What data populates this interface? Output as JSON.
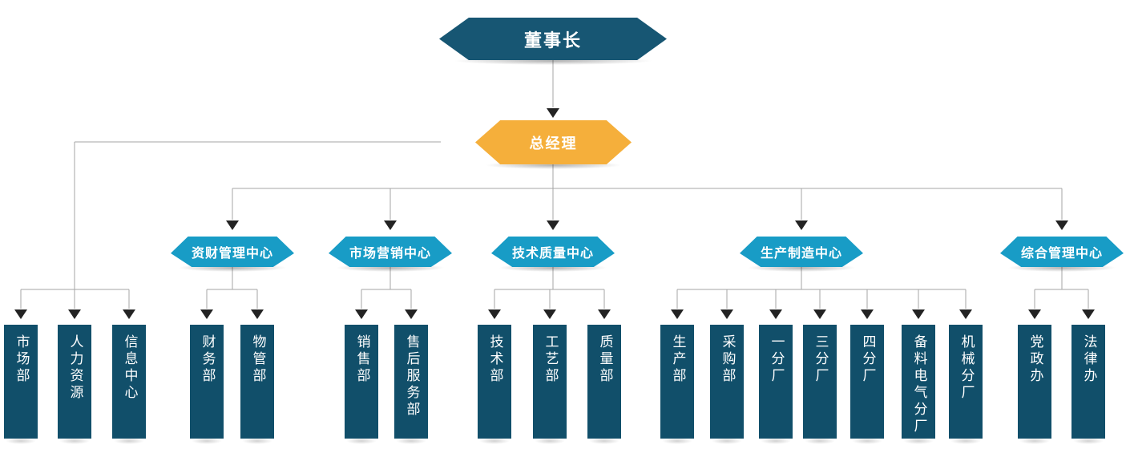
{
  "org": {
    "root": {
      "label": "董事长"
    },
    "general_manager": {
      "label": "总经理"
    },
    "direct": [
      "市场部",
      "人力资源",
      "信息中心"
    ],
    "centers": [
      {
        "label": "资财管理中心",
        "departments": [
          "财务部",
          "物管部"
        ]
      },
      {
        "label": "市场营销中心",
        "departments": [
          "销售部",
          "售后服务部"
        ]
      },
      {
        "label": "技术质量中心",
        "departments": [
          "技术部",
          "工艺部",
          "质量部"
        ]
      },
      {
        "label": "生产制造中心",
        "departments": [
          "生产部",
          "采购部",
          "一分厂",
          "三分厂",
          "四分厂",
          "备料电气分厂",
          "机械分厂"
        ]
      },
      {
        "label": "综合管理中心",
        "departments": [
          "党政办",
          "法律办"
        ]
      }
    ]
  },
  "colors": {
    "level1": "#175673",
    "level2": "#F5AF3B",
    "level3": "#189CC6",
    "department": "#114F6A",
    "line": "#A6A6A6",
    "arrow": "#232323",
    "text": "#FFFFFF"
  }
}
